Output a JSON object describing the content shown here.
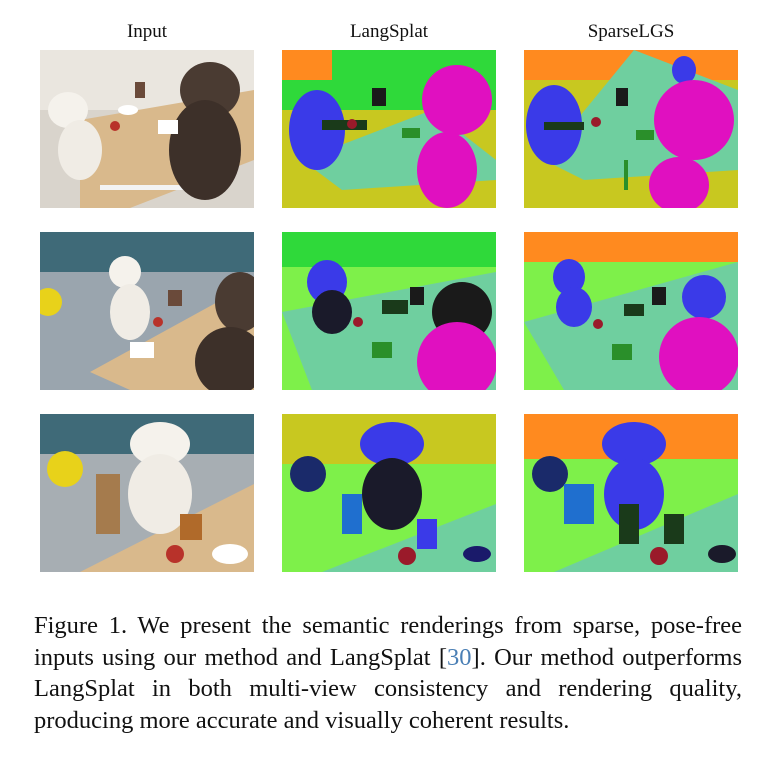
{
  "figure": {
    "columns": [
      "Input",
      "LangSplat",
      "SparseLGS"
    ],
    "rows": [
      {
        "scene": "lamb-and-bear-at-table-view-1"
      },
      {
        "scene": "lamb-and-bear-at-table-view-2"
      },
      {
        "scene": "lamb-at-table-closeup"
      }
    ],
    "caption": {
      "label": "Figure 1.",
      "text_before_cite": "We present the semantic renderings from sparse, pose-free inputs using our method and LangSplat [",
      "cite": "30",
      "text_after_cite": "]. Our method outperforms LangSplat in both multi-view consistency and rendering quality, producing more accurate and visually coherent results."
    }
  },
  "colors": {
    "table_seg": "#6fcf9f",
    "bear_seg": "#e010c0",
    "lamb_seg": "#3a3ae8",
    "floor_seg": "#c8c820",
    "chair_seg": "#1f6fcf",
    "background_green": "#39e639",
    "orange_seg": "#ff8a1f",
    "cite_link": "#4a7fb5"
  }
}
